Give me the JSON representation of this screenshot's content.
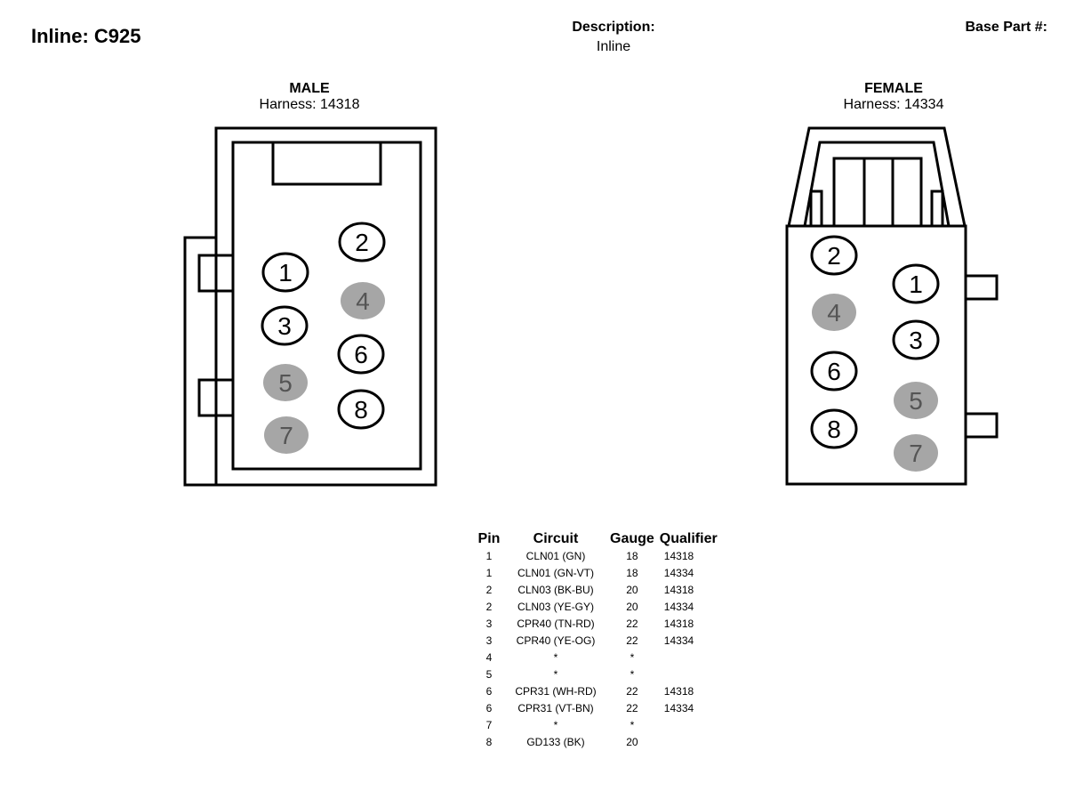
{
  "header": {
    "title": "Inline: C925",
    "description_label": "Description:",
    "description_value": "Inline",
    "base_part_label": "Base Part #:"
  },
  "male": {
    "gender": "MALE",
    "harness": "Harness: 14318",
    "pins": [
      {
        "label": "1",
        "filled": false
      },
      {
        "label": "2",
        "filled": false
      },
      {
        "label": "3",
        "filled": false
      },
      {
        "label": "4",
        "filled": true
      },
      {
        "label": "5",
        "filled": true
      },
      {
        "label": "6",
        "filled": false
      },
      {
        "label": "7",
        "filled": true
      },
      {
        "label": "8",
        "filled": false
      }
    ]
  },
  "female": {
    "gender": "FEMALE",
    "harness": "Harness: 14334",
    "pins": [
      {
        "label": "1",
        "filled": false
      },
      {
        "label": "2",
        "filled": false
      },
      {
        "label": "3",
        "filled": false
      },
      {
        "label": "4",
        "filled": true
      },
      {
        "label": "5",
        "filled": true
      },
      {
        "label": "6",
        "filled": false
      },
      {
        "label": "7",
        "filled": true
      },
      {
        "label": "8",
        "filled": false
      }
    ]
  },
  "colors": {
    "outline": "#000000",
    "pin_filled": "#a6a6a6",
    "pin_empty": "#ffffff"
  },
  "table": {
    "headers": [
      "Pin",
      "Circuit",
      "Gauge",
      "Qualifier"
    ],
    "rows": [
      [
        "1",
        "CLN01 (GN)",
        "18",
        "14318"
      ],
      [
        "1",
        "CLN01 (GN-VT)",
        "18",
        "14334"
      ],
      [
        "2",
        "CLN03 (BK-BU)",
        "20",
        "14318"
      ],
      [
        "2",
        "CLN03 (YE-GY)",
        "20",
        "14334"
      ],
      [
        "3",
        "CPR40 (TN-RD)",
        "22",
        "14318"
      ],
      [
        "3",
        "CPR40 (YE-OG)",
        "22",
        "14334"
      ],
      [
        "4",
        "*",
        "*",
        ""
      ],
      [
        "5",
        "*",
        "*",
        ""
      ],
      [
        "6",
        "CPR31 (WH-RD)",
        "22",
        "14318"
      ],
      [
        "6",
        "CPR31 (VT-BN)",
        "22",
        "14334"
      ],
      [
        "7",
        "*",
        "*",
        ""
      ],
      [
        "8",
        "GD133 (BK)",
        "20",
        ""
      ]
    ]
  }
}
